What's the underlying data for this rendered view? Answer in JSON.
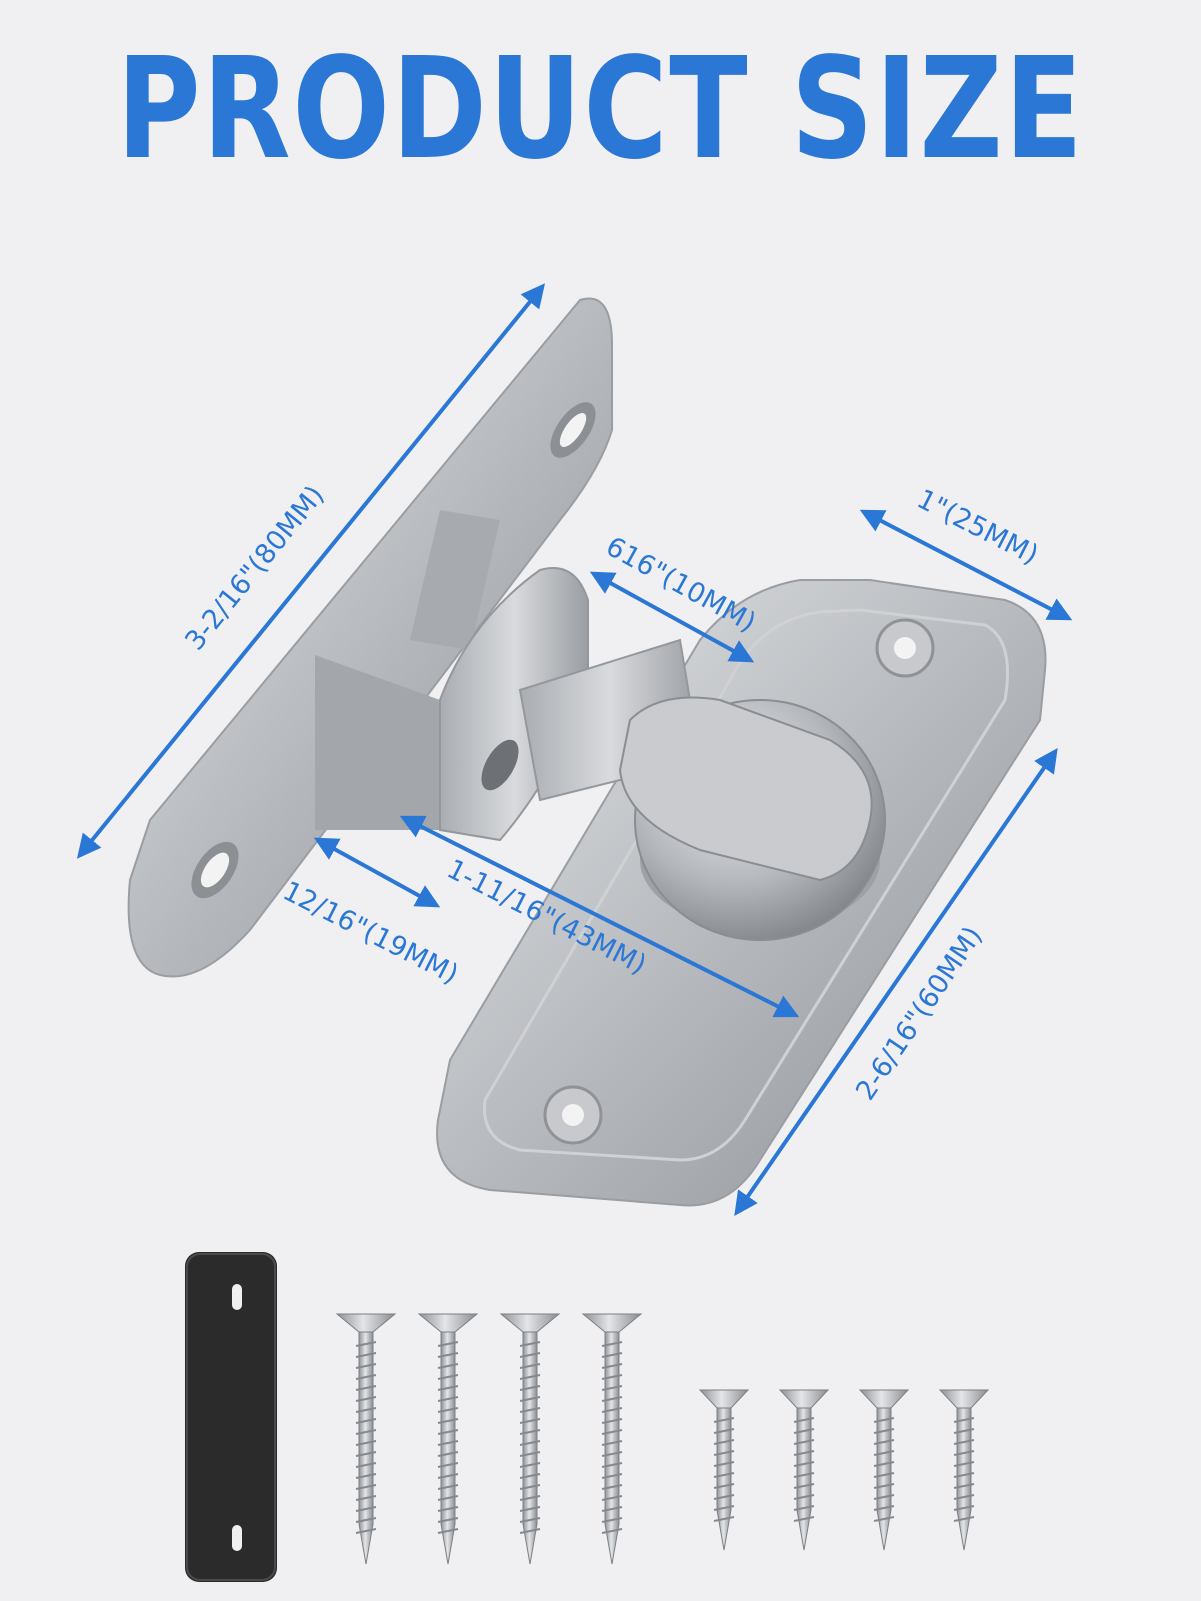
{
  "title": "PRODUCT SIZE",
  "colors": {
    "accent": "#2a77d6",
    "background": "#f0f0f2",
    "metal": "#b9bcc0",
    "pad": "#2b2b2b"
  },
  "dimensions": [
    {
      "id": "plate-length",
      "label": "3-2/16\"(80MM)"
    },
    {
      "id": "bolt-width",
      "label": "1\"(25MM)"
    },
    {
      "id": "gap",
      "label": "616\"(10MM)"
    },
    {
      "id": "base-length",
      "label": "2-6/16\"(60MM)"
    },
    {
      "id": "keeper-depth",
      "label": "12/16\"(19MM)"
    },
    {
      "id": "bolt-length",
      "label": "1-11/16\"(43MM)"
    }
  ],
  "accessories": {
    "pad": "black-rubber-pad",
    "long_screws": 4,
    "short_screws": 4
  }
}
